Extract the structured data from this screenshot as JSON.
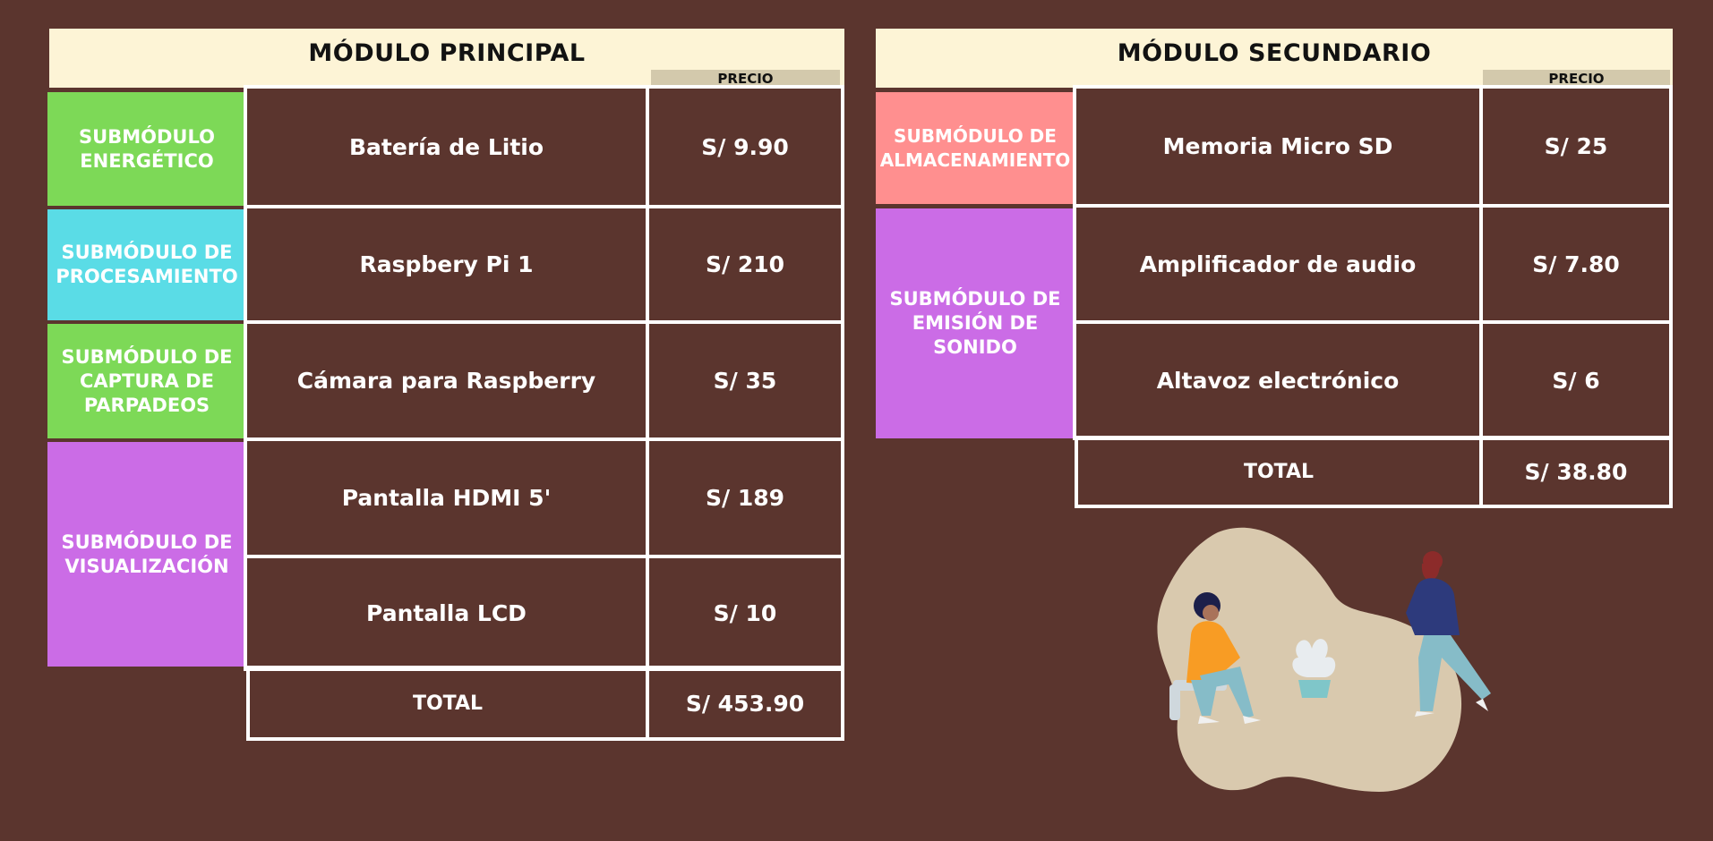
{
  "principal": {
    "title": "MÓDULO PRINCIPAL",
    "price_header": "PRECIO",
    "submodules": [
      {
        "label": "SUBMÓDULO ENERGÉTICO",
        "color": "#7dd957"
      },
      {
        "label": "SUBMÓDULO DE PROCESAMIENTO",
        "color": "#5adce6"
      },
      {
        "label": "SUBMÓDULO DE CAPTURA DE PARPADEOS",
        "color": "#7dd957"
      },
      {
        "label": "SUBMÓDULO DE VISUALIZACIÓN",
        "color": "#cb6ce6"
      }
    ],
    "rows": [
      {
        "item": "Batería de Litio",
        "price": "S/ 9.90"
      },
      {
        "item": "Raspbery Pi 1",
        "price": "S/ 210"
      },
      {
        "item": "Cámara para Raspberry",
        "price": "S/ 35"
      },
      {
        "item": "Pantalla HDMI 5'",
        "price": "S/ 189"
      },
      {
        "item": "Pantalla LCD",
        "price": "S/ 10"
      }
    ],
    "total_label": "TOTAL",
    "total_value": "S/ 453.90"
  },
  "secundario": {
    "title": "MÓDULO SECUNDARIO",
    "price_header": "PRECIO",
    "submodules": [
      {
        "label": "SUBMÓDULO DE ALMACENAMIENTO",
        "color": "#ff8f8f"
      },
      {
        "label": "SUBMÓDULO DE EMISIÓN DE SONIDO",
        "color": "#cb6ce6"
      }
    ],
    "rows": [
      {
        "item": "Memoria Micro SD",
        "price": "S/ 25"
      },
      {
        "item": "Amplificador de audio",
        "price": "S/ 7.80"
      },
      {
        "item": "Altavoz electrónico",
        "price": "S/ 6"
      }
    ],
    "total_label": "TOTAL",
    "total_value": "S/ 38.80"
  },
  "colors": {
    "background": "#5b352e",
    "title_bar": "#fdf4d6",
    "price_header": "#d3c9ac",
    "grid_line": "#ffffff"
  },
  "illustration": "people-walking-illustration"
}
